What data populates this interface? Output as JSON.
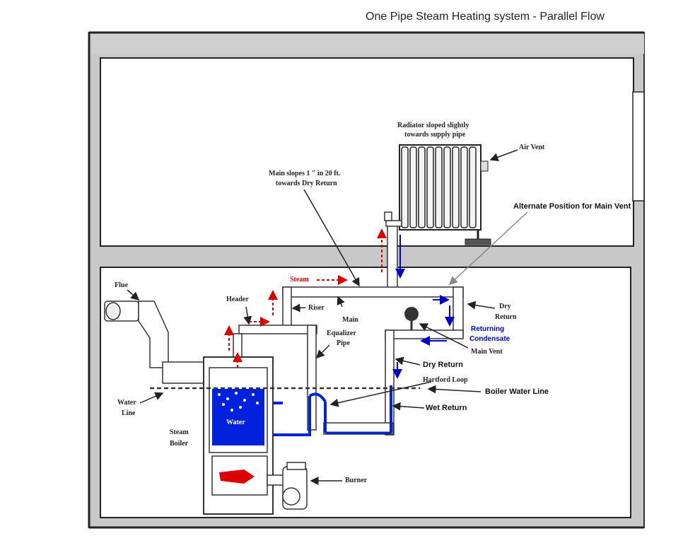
{
  "title": "One Pipe Steam Heating system - Parallel Flow",
  "labels": {
    "radiator_note_1": "Radiator sloped slightly",
    "radiator_note_2": "towards supply pipe",
    "air_vent": "Air Vent",
    "main_slope_1": "Main slopes 1 \" in 20 ft.",
    "main_slope_2": "towards Dry Return",
    "alternate_vent": "Alternate Position for Main Vent",
    "steam": "Steam",
    "flue": "Flue",
    "header": "Header",
    "riser": "Riser",
    "main": "Main",
    "equalizer_1": "Equalizer",
    "equalizer_2": "Pipe",
    "dry_return_1": "Dry",
    "dry_return_2": "Return",
    "returning_1": "Returning",
    "returning_2": "Condensate",
    "main_vent": "Main Vent",
    "dry_return": "Dry Return",
    "hartford_loop": "Hartford Loop",
    "boiler_water_line": "Boiler Water Line",
    "water_line_1": "Water",
    "water_line_2": "Line",
    "wet_return": "Wet Return",
    "steam_boiler_1": "Steam",
    "steam_boiler_2": "Boiler",
    "water": "Water",
    "burner": "Burner"
  },
  "colors": {
    "steam": "#dd0000",
    "condensate": "#0000cc",
    "water": "#0022dd",
    "wall": "#c8c8c8",
    "pipe": "#555555"
  }
}
